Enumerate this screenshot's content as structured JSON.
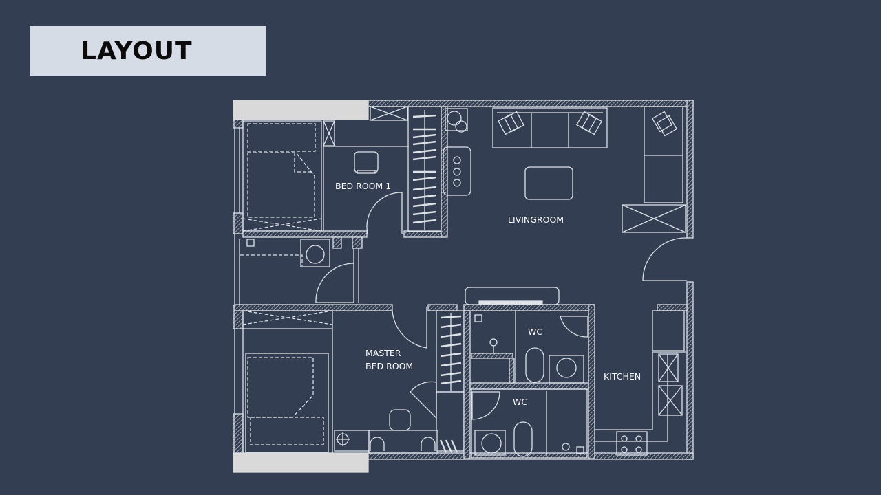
{
  "slide": {
    "title": "LAYOUT",
    "background_color": "#333e52",
    "title_box_color": "#d6dce6",
    "line_color": "#dde1e8"
  },
  "floor_plan": {
    "rooms": [
      {
        "id": "bedroom-1",
        "label": "BED ROOM 1"
      },
      {
        "id": "livingroom",
        "label": "LIVINGROOM"
      },
      {
        "id": "master-bedroom",
        "label_line1": "MASTER",
        "label_line2": "BED ROOM"
      },
      {
        "id": "wc-1",
        "label": "WC"
      },
      {
        "id": "wc-2",
        "label": "WC"
      },
      {
        "id": "kitchen",
        "label": "KITCHEN"
      }
    ],
    "furniture": [
      "bed-bedroom-1",
      "desk-chair",
      "wardrobe-bedroom-1",
      "sofa",
      "armchair",
      "coffee-table",
      "tv-console",
      "washing-machine",
      "bed-master",
      "wardrobe-master",
      "vanity-chair",
      "toilet-1",
      "toilet-2",
      "sink-1",
      "sink-2",
      "cooktop",
      "kitchen-sink",
      "fridge"
    ]
  }
}
